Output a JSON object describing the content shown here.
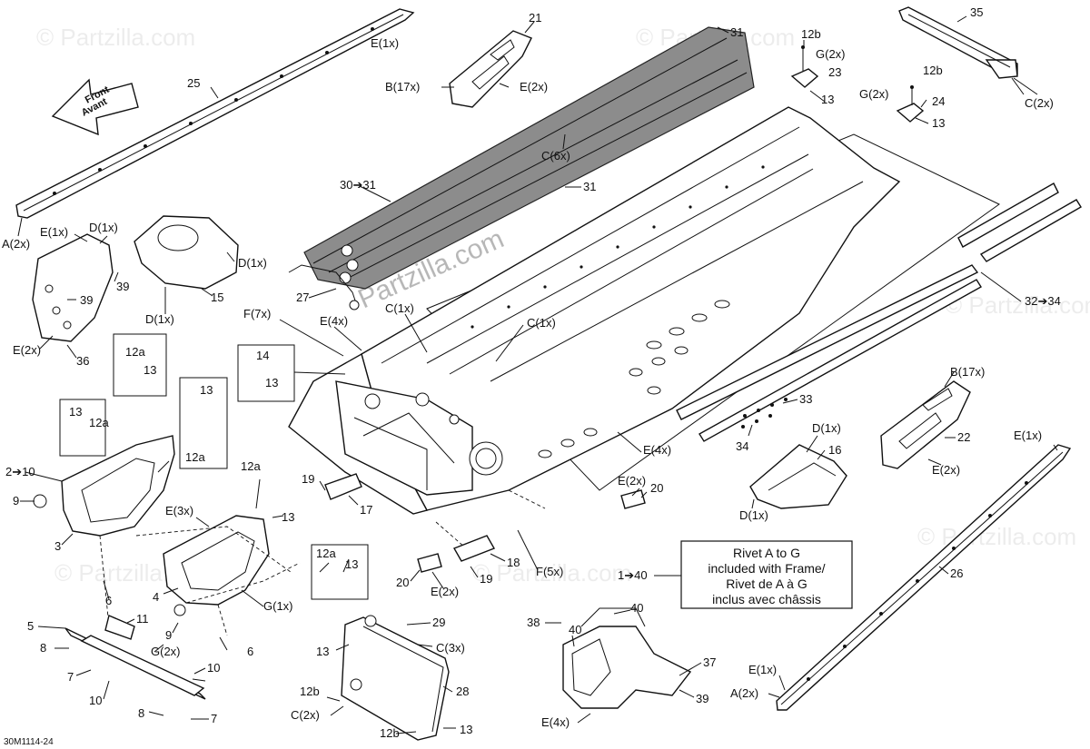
{
  "diagram": {
    "watermark": "Partzilla.com",
    "watermark_small": "© Partzilla.com",
    "reference_code": "30M1114-24",
    "front_arrow": {
      "line1": "Front",
      "line2": "Avant"
    },
    "note": {
      "line1": "Rivet A to G",
      "line2": "included with Frame/",
      "line3": "Rivet de A à G",
      "line4": "inclus avec châssis"
    },
    "callouts": {
      "c25": "25",
      "c21": "21",
      "c31a": "31",
      "c12b_a": "12b",
      "g2x_a": "G(2x)",
      "c23": "23",
      "c13_a": "13",
      "c35": "35",
      "c12b_b": "12b",
      "g2x_b": "G(2x)",
      "c24": "24",
      "c13_b": "13",
      "c2x_a": "C(2x)",
      "e1x_a": "E(1x)",
      "b17x_a": "B(17x)",
      "e2x_a": "E(2x)",
      "c6x": "C(6x)",
      "c30_31": "30➔31",
      "c31b": "31",
      "a2x_a": "A(2x)",
      "e1x_b": "E(1x)",
      "d1x_a": "D(1x)",
      "d1x_b": "D(1x)",
      "c39_a": "39",
      "c39_b": "39",
      "c15": "15",
      "d1x_c": "D(1x)",
      "c27": "27",
      "e2x_b": "E(2x)",
      "c36": "36",
      "f7x": "F(7x)",
      "e4x_a": "E(4x)",
      "c1x_a": "C(1x)",
      "c1x_b": "C(1x)",
      "c32_34": "32➔34",
      "c12a_a": "12a",
      "c13_c": "13",
      "c14": "14",
      "c13_d": "13",
      "c13_e": "13",
      "c12a_b": "12a",
      "c13_f": "13",
      "c12a_c": "12a",
      "c2_10": "2➔10",
      "c9_a": "9",
      "c3": "3",
      "b17x_b": "B(17x)",
      "c33": "33",
      "c34": "34",
      "c22": "22",
      "e2x_c": "E(2x)",
      "d1x_d": "D(1x)",
      "c16": "16",
      "d1x_e": "D(1x)",
      "e1x_c": "E(1x)",
      "e4x_b": "E(4x)",
      "e2x_d": "E(2x)",
      "c20_a": "20",
      "c12a_d": "12a",
      "c13_g": "13",
      "e3x": "E(3x)",
      "c19_a": "19",
      "c17": "17",
      "c6_a": "6",
      "c4": "4",
      "c12a_e": "12a",
      "c13_h": "13",
      "c18": "18",
      "c19_b": "19",
      "c20_b": "20",
      "e2x_e": "E(2x)",
      "f5x": "F(5x)",
      "c1_40": "1➔40",
      "g1x": "G(1x)",
      "c9_b": "9",
      "c5": "5",
      "c11": "11",
      "g2x_c": "G(2x)",
      "c6_b": "6",
      "c8_a": "8",
      "c7_a": "7",
      "c10_a": "10",
      "c10_b": "10",
      "c8_b": "8",
      "c7_b": "7",
      "c29": "29",
      "c13_i": "13",
      "c3x": "C(3x)",
      "c28": "28",
      "c12b_c": "12b",
      "c2x_b": "C(2x)",
      "c12b_d": "12b",
      "c13_j": "13",
      "c38": "38",
      "c40_a": "40",
      "c40_b": "40",
      "c37": "37",
      "c39_c": "39",
      "e4x_c": "E(4x)",
      "c26": "26",
      "e1x_d": "E(1x)",
      "a2x_b": "A(2x)"
    }
  }
}
